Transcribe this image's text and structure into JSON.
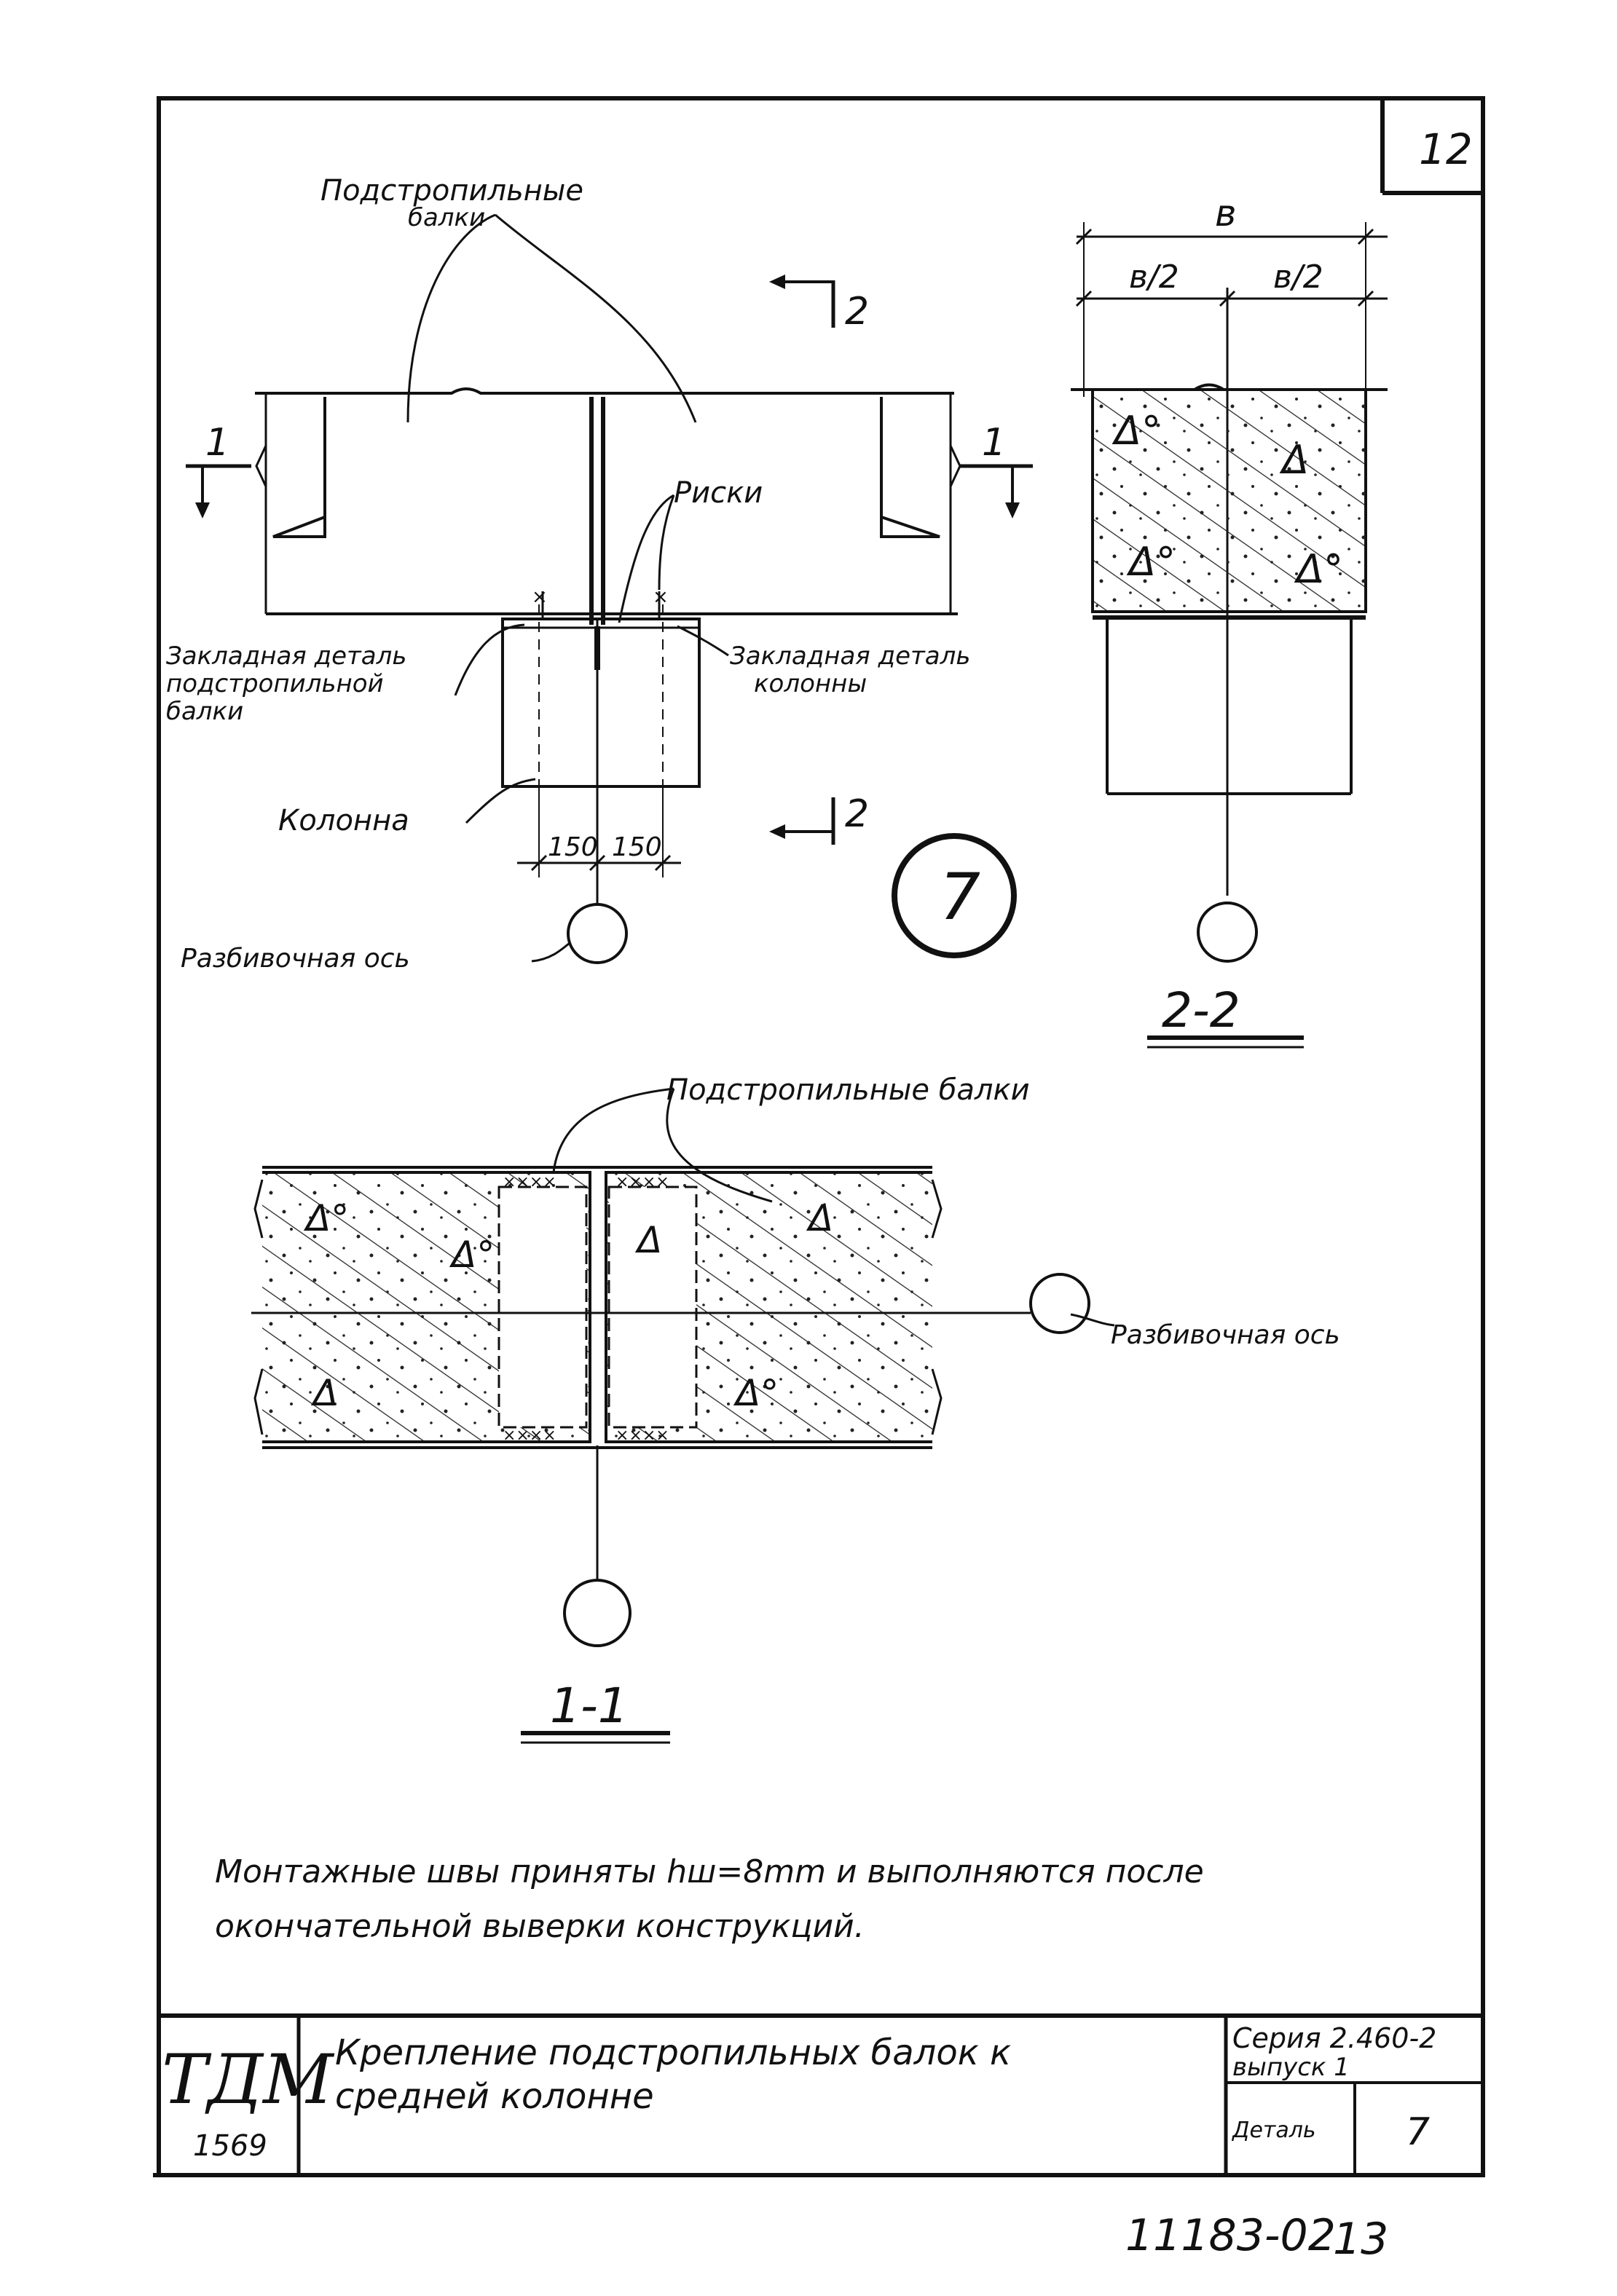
{
  "sheet": {
    "page_number": "12",
    "inventory_number": "11183-02",
    "inventory_page": "13"
  },
  "labels": {
    "rafter_beams_top_line1": "Подстропильные",
    "rafter_beams_top_line2": "балки",
    "marks": "Риски",
    "embedded_beam_line1": "Закладная деталь",
    "embedded_beam_line2": "подстропильной",
    "embedded_beam_line3": "балки",
    "embedded_column_line1": "Закладная деталь",
    "embedded_column_line2": "колонны",
    "column": "Колонна",
    "layout_axis_left": "Разбивочная ось",
    "layout_axis_right": "Разбивочная ось",
    "rafter_beams_plan": "Подстропильные балки"
  },
  "marks": {
    "section_1_left": "1",
    "section_1_right": "1",
    "section_2_top": "2",
    "section_2_bottom": "2",
    "detail_circle": "7"
  },
  "dimensions": {
    "half_left": "150",
    "half_right": "150",
    "width_b": "в",
    "half_b_left": "в/2",
    "half_b_right": "в/2"
  },
  "sections": {
    "section_2_2": "2-2",
    "section_1_1": "1-1"
  },
  "notes": {
    "line1": "Монтажные швы приняты hш=8mm и выполняются после",
    "line2": "окончательной выверки конструкций."
  },
  "title_block": {
    "logo": "ТДМ",
    "code": "1569",
    "title_line1": "Крепление подстропильных балок к",
    "title_line2": "средней колонне",
    "series_line1": "Серия 2.460-2",
    "series_line2": "выпуск 1",
    "detail_label": "Деталь",
    "detail_value": "7"
  }
}
